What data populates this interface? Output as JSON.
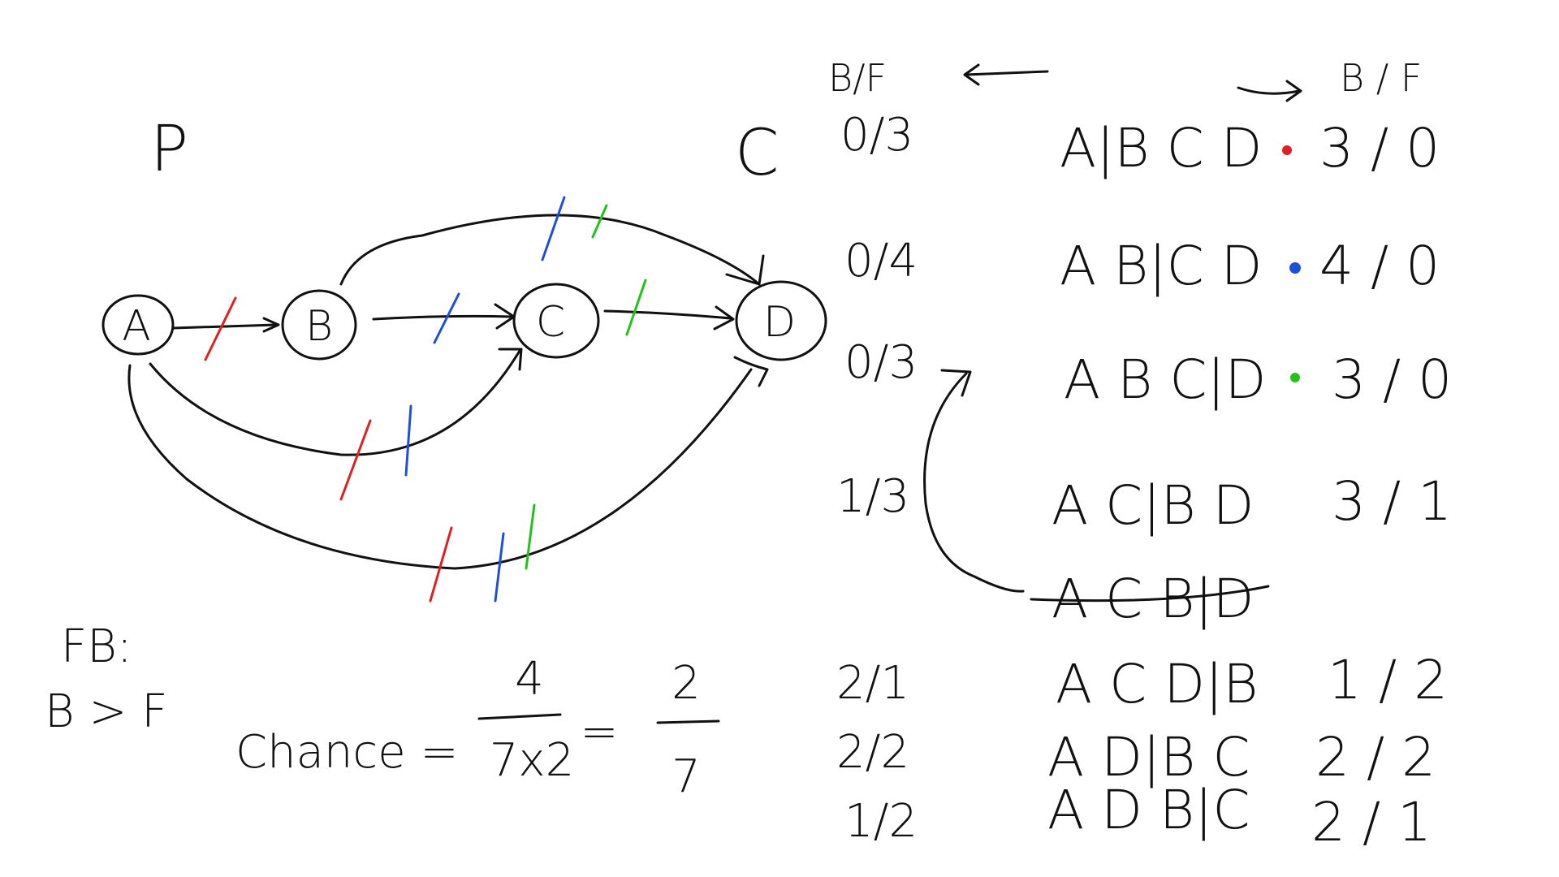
{
  "colors": {
    "ink": "#111111",
    "red": "#e02020",
    "blue": "#1f4fd6",
    "green": "#22c21a"
  },
  "graph": {
    "title": "P",
    "nodes": [
      {
        "id": "A",
        "label": "A"
      },
      {
        "id": "B",
        "label": "B"
      },
      {
        "id": "C",
        "label": "C"
      },
      {
        "id": "D",
        "label": "D"
      }
    ],
    "edges": [
      {
        "from": "A",
        "to": "B",
        "cuts": [
          "red"
        ]
      },
      {
        "from": "B",
        "to": "C",
        "cuts": [
          "blue"
        ]
      },
      {
        "from": "C",
        "to": "D",
        "cuts": [
          "green"
        ]
      },
      {
        "from": "B",
        "to": "D",
        "cuts": [
          "blue",
          "green"
        ]
      },
      {
        "from": "A",
        "to": "C",
        "cuts": [
          "red",
          "blue"
        ]
      },
      {
        "from": "A",
        "to": "D",
        "cuts": [
          "red",
          "blue",
          "green"
        ]
      }
    ]
  },
  "header": {
    "left_label": "B/F",
    "right_label": "B / F",
    "c_label": "C"
  },
  "cuts_table": [
    {
      "left": "0/3",
      "cut": "A|B C D",
      "right": "3 / 0",
      "dot": "red",
      "struck": false
    },
    {
      "left": "0/4",
      "cut": "A B|C D",
      "right": "4 / 0",
      "dot": "blue",
      "struck": false
    },
    {
      "left": "0/3",
      "cut": "A B C|D",
      "right": "3 / 0",
      "dot": "green",
      "struck": false
    },
    {
      "left": "1/3",
      "cut": "A C|B D",
      "right": "3 / 1",
      "dot": "",
      "struck": false
    },
    {
      "left": "",
      "cut": "A C B|D",
      "right": "",
      "dot": "",
      "struck": true
    },
    {
      "left": "2/1",
      "cut": "A C D|B",
      "right": "1 / 2",
      "dot": "",
      "struck": false
    },
    {
      "left": "2/2",
      "cut": "A D|B C",
      "right": "2 / 2",
      "dot": "",
      "struck": false
    },
    {
      "left": "1/2",
      "cut": "A D B|C",
      "right": "2 / 1",
      "dot": "",
      "struck": false
    }
  ],
  "notes": {
    "fb_label": "FB:",
    "fb_rule": "B > F"
  },
  "formula": {
    "label": "Chance =",
    "num1": "4",
    "den1": "7x2",
    "equals": "=",
    "num2": "2",
    "den2": "7"
  }
}
